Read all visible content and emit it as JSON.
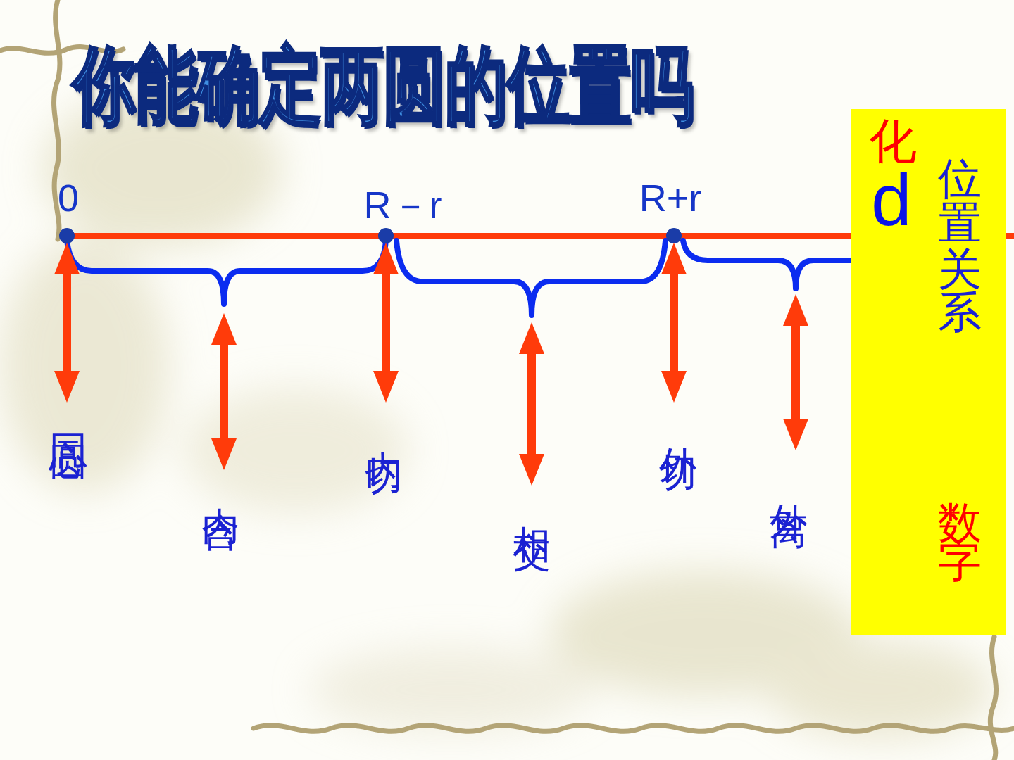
{
  "diagram": {
    "title": "你能确定两圆的位置吗",
    "nodes": [
      {
        "text": [
          "化",
          "位置关系",
          "数字"
        ]
      }
    ],
    "labels": [
      "0",
      "R－r",
      "R+r",
      "d",
      "同心圆",
      "内含",
      "内切",
      "相交",
      "外切",
      "外离"
    ]
  }
}
